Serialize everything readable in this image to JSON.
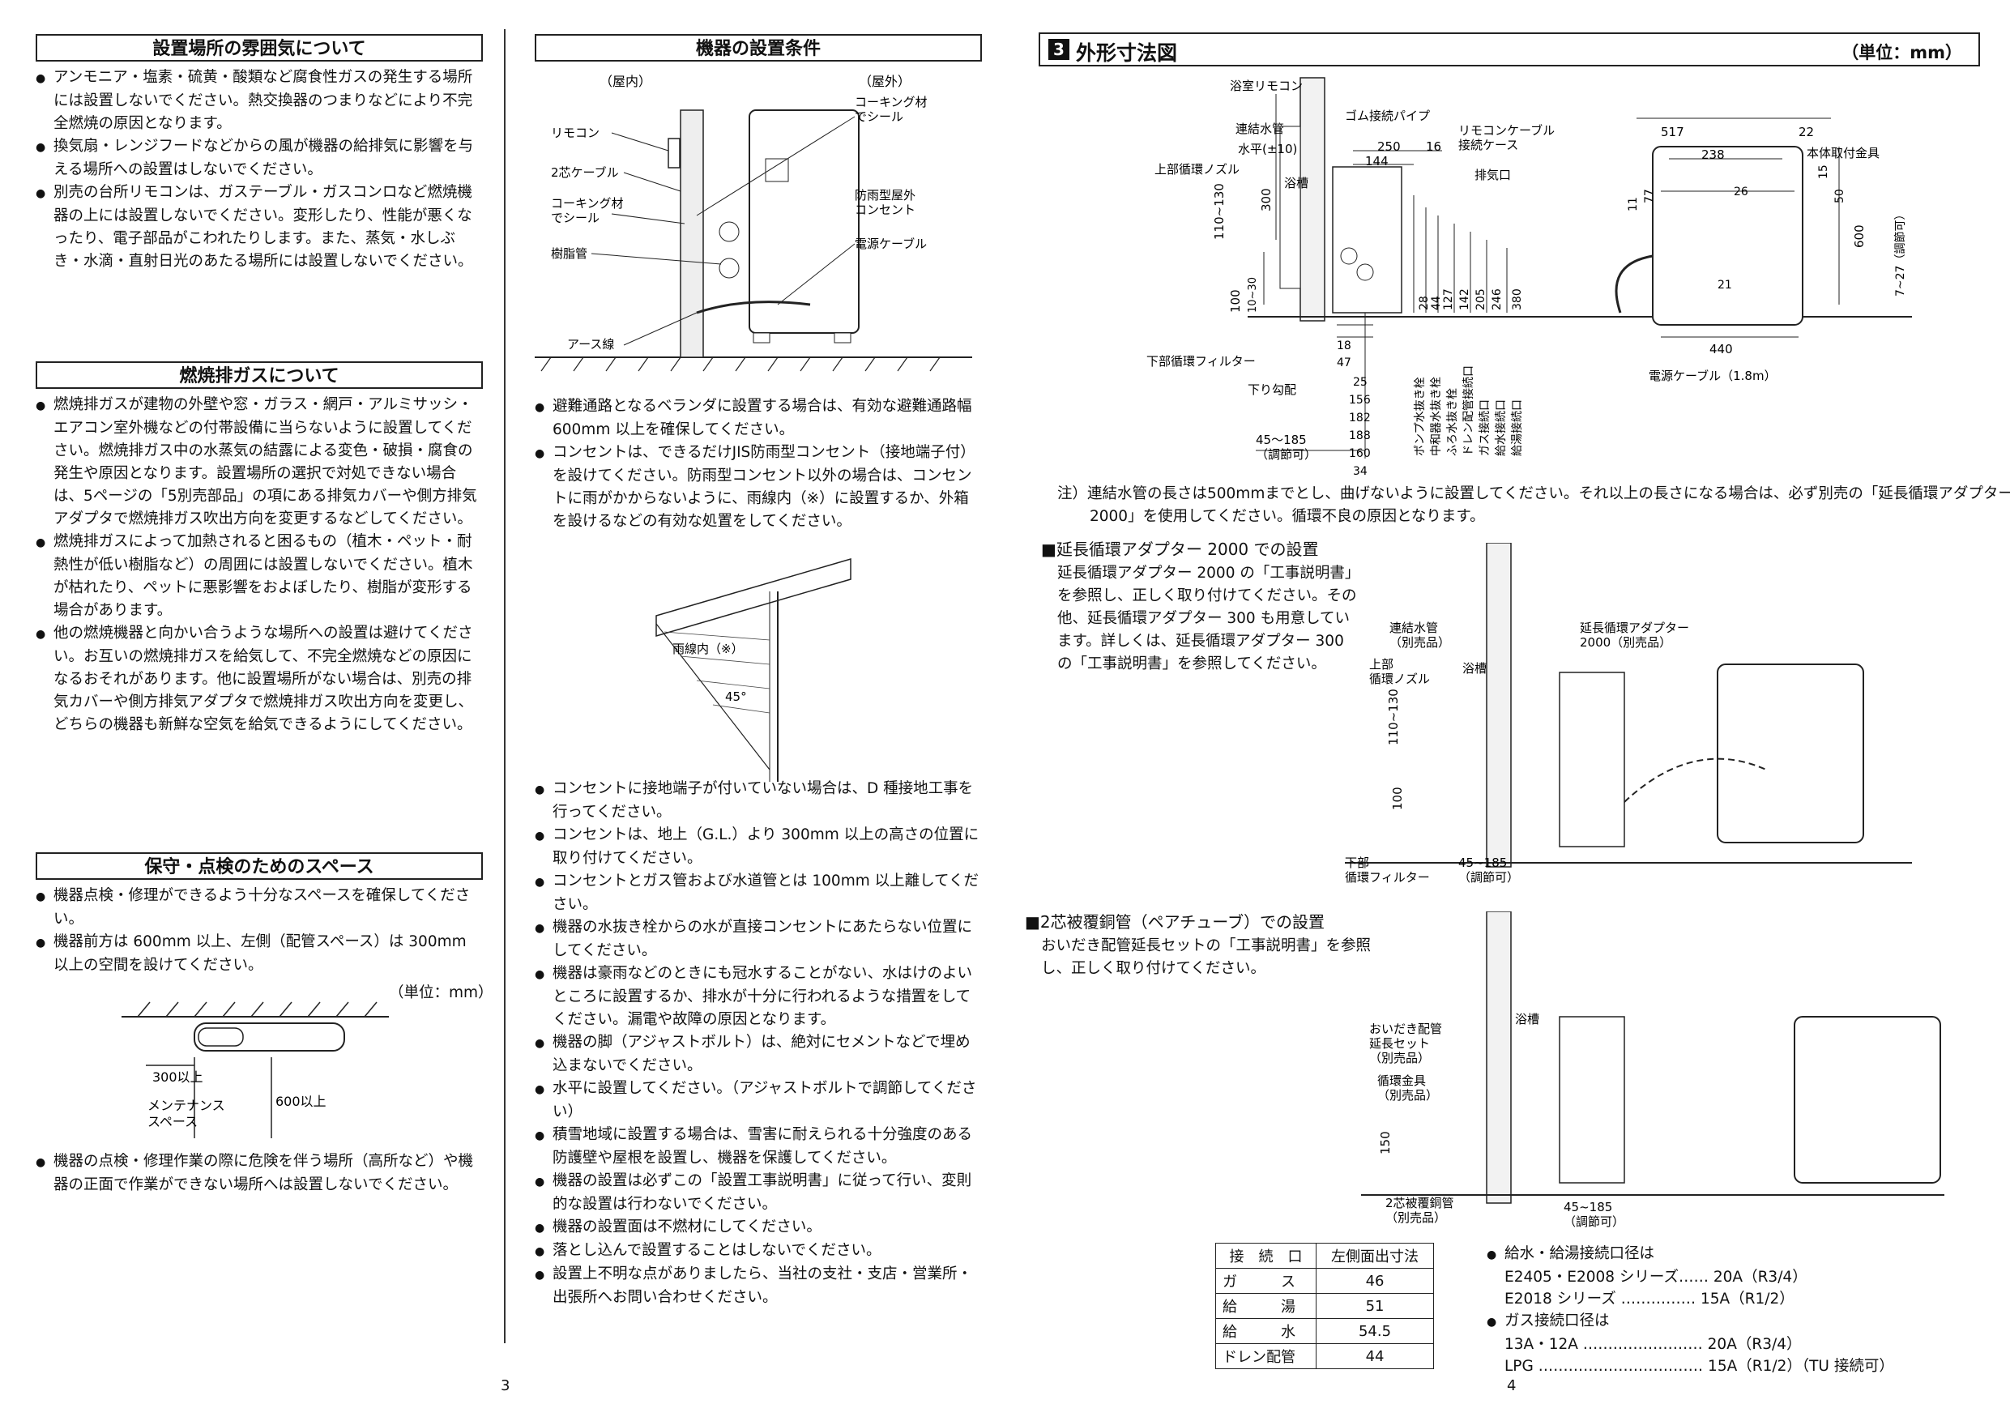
{
  "left": {
    "atmosphere": {
      "title": "設置場所の雰囲気について",
      "items": [
        "アンモニア・塩素・硫黄・酸類など腐食性ガスの発生する場所には設置しないでください。熱交換器のつまりなどにより不完全燃焼の原因となります。",
        "換気扇・レンジフードなどからの風が機器の給排気に影響を与える場所への設置はしないでください。",
        "別売の台所リモコンは、ガステーブル・ガスコンロなど燃焼機器の上には設置しないでください。変形したり、性能が悪くなったり、電子部品がこわれたりします。また、蒸気・水しぶき・水滴・直射日光のあたる場所には設置しないでください。"
      ]
    },
    "exhaust": {
      "title": "燃焼排ガスについて",
      "items": [
        "燃焼排ガスが建物の外壁や窓・ガラス・網戸・アルミサッシ・エアコン室外機などの付帯設備に当らないように設置してください。燃焼排ガス中の水蒸気の結露による変色・破損・腐食の発生や原因となります。設置場所の選択で対処できない場合は、5ページの「5別売部品」の項にある排気カバーや側方排気アダプタで燃焼排ガス吹出方向を変更するなどしてください。",
        "燃焼排ガスによって加熱されると困るもの（植木・ペット・耐熱性が低い樹脂など）の周囲には設置しないでください。植木が枯れたり、ペットに悪影響をおよぼしたり、樹脂が変形する場合があります。",
        "他の燃焼機器と向かい合うような場所への設置は避けてください。お互いの燃焼排ガスを給気して、不完全燃焼などの原因になるおそれがあります。他に設置場所がない場合は、別売の排気カバーや側方排気アダプタで燃焼排ガス吹出方向を変更し、どちらの機器も新鮮な空気を給気できるようにしてください。"
      ]
    },
    "space": {
      "title": "保守・点検のためのスペース",
      "items": [
        "機器点検・修理ができるよう十分なスペースを確保してください。",
        "機器前方は 600mm 以上、左側（配管スペース）は 300mm 以上の空間を設けてください。"
      ],
      "unit": "（単位：mm）",
      "label_300": "300以上",
      "label_600": "600以上",
      "label_maint1": "メンテナンス",
      "label_maint2": "スペース",
      "last_item": "機器の点検・修理作業の際に危険を伴う場所（高所など）や機器の正面で作業ができない場所へは設置しないでください。"
    },
    "page_no": "3"
  },
  "middle": {
    "title": "機器の設置条件",
    "diagram": {
      "indoor": "（屋内）",
      "outdoor": "（屋外）",
      "remocon": "リモコン",
      "cable2": "2芯ケーブル",
      "caulk1a": "コーキング材",
      "caulk1b": "でシール",
      "caulk2a": "コーキング材",
      "caulk2b": "でシール",
      "resin": "樹脂管",
      "outlet1": "防雨型屋外",
      "outlet2": "コンセント",
      "power": "電源ケーブル",
      "earth": "アース線",
      "rain": "雨線内（※）",
      "deg": "45°"
    },
    "items_a": [
      "避難通路となるベランダに設置する場合は、有効な避難通路幅 600mm 以上を確保してください。",
      "コンセントは、できるだけJIS防雨型コンセント（接地端子付）を設けてください。防雨型コンセント以外の場合は、コンセントに雨がかからないように、雨線内（※）に設置するか、外箱を設けるなどの有効な処置をしてください。"
    ],
    "items_b": [
      "コンセントに接地端子が付いていない場合は、D 種接地工事を行ってください。",
      "コンセントは、地上（G.L.）より 300mm 以上の高さの位置に取り付けてください。",
      "コンセントとガス管および水道管とは 100mm 以上離してください。",
      "機器の水抜き栓からの水が直接コンセントにあたらない位置にしてください。",
      "機器は豪雨などのときにも冠水することがない、水はけのよいところに設置するか、排水が十分に行われるような措置をしてください。漏電や故障の原因となります。",
      "機器の脚（アジャストボルト）は、絶対にセメントなどで埋め込まないでください。",
      "水平に設置してください。（アジャストボルトで調節してください）",
      "積雪地域に設置する場合は、雪害に耐えられる十分強度のある防護壁や屋根を設置し、機器を保護してください。",
      "機器の設置は必ずこの「設置工事説明書」に従って行い、変則的な設置は行わないでください。",
      "機器の設置面は不燃材にしてください。",
      "落とし込んで設置することはしないでください。",
      "設置上不明な点がありましたら、当社の支社・支店・営業所・出張所へお問い合わせください。"
    ]
  },
  "right": {
    "num": "3",
    "title": "外形寸法図",
    "unit": "（単位：mm）",
    "dims": {
      "bath_remocon": "浴室リモコン",
      "connect_pipe": "連結水管",
      "horizontal": "水平(±10)",
      "upper_nozzle": "上部循環ノズル",
      "rubber": "ゴム接続パイプ",
      "remocon_case1": "リモコンケーブル",
      "remocon_case2": "接続ケース",
      "exhaust": "排気口",
      "tub": "浴槽",
      "lower_filter": "下部循環フィルター",
      "slope": "下り勾配",
      "adj": "45～185",
      "adj2": "（調節可）",
      "d300": "300",
      "d110": "110~130",
      "d100": "100",
      "d1030": "10~30",
      "d250": "250",
      "d16": "16",
      "d144": "144",
      "d517": "517",
      "d22": "22",
      "d238": "238",
      "d26": "26",
      "d11": "11",
      "d77": "77",
      "d15": "15",
      "d50": "50",
      "d600": "600",
      "d21": "21",
      "d727": "7~27（調節可）",
      "d440": "440",
      "power_cable": "電源ケーブル（1.8m）",
      "body_fix": "本体取付金具",
      "v28": "28",
      "v44": "44",
      "v127": "127",
      "v142": "142",
      "v205": "205",
      "v246": "246",
      "v380": "380",
      "h18": "18",
      "h47": "47",
      "h25": "25",
      "h156": "156",
      "h182": "182",
      "h188": "188",
      "h160": "160",
      "h34": "34",
      "p1": "ポンプ水抜き栓",
      "p2": "中和器水抜き栓",
      "p3": "ふろ水抜き栓",
      "p4": "ドレン配管接続口",
      "p5": "ガス接続口",
      "p6": "給水接続口",
      "p7": "給湯接続口"
    },
    "note": "注）連結水管の長さは500mmまでとし、曲げないように設置してください。それ以上の長さになる場合は、必ず別売の「延長循環アダプター 2000」を使用してください。循環不良の原因となります。",
    "ext": {
      "heading": "■延長循環アダプター 2000 での設置",
      "body": "延長循環アダプター 2000 の「工事説明書」を参照し、正しく取り付けてください。その他、延長循環アダプター 300 も用意しています。詳しくは、延長循環アダプター 300 の「工事説明書」を参照してください。",
      "l_connect1": "連結水管",
      "l_connect2": "（別売品）",
      "l_upper1": "上部",
      "l_upper2": "循環ノズル",
      "l_tub": "浴槽",
      "l_adapter1": "延長循環アダプター",
      "l_adapter2": "2000（別売品）",
      "l_110": "110~130",
      "l_100": "100",
      "l_lower1": "下部",
      "l_lower2": "循環フィルター",
      "l_adj": "45~185",
      "l_adj2": "（調節可）"
    },
    "pair": {
      "heading": "■2芯被覆銅管（ペアチューブ）での設置",
      "body": "おいだき配管延長セットの「工事説明書」を参照し、正しく取り付けてください。",
      "l_tub": "浴槽",
      "l_set1": "おいだき配管",
      "l_set2": "延長セット",
      "l_set3": "（別売品）",
      "l_metal1": "循環金具",
      "l_metal2": "（別売品）",
      "l_150": "150",
      "l_pipe1": "2芯被覆銅管",
      "l_pipe2": "（別売品）",
      "l_adj": "45~185",
      "l_adj2": "（調節可）"
    },
    "table": {
      "headers": [
        "接　続　口",
        "左側面出寸法"
      ],
      "rows": [
        [
          "ガ　　　ス",
          "46"
        ],
        [
          "給　　　湯",
          "51"
        ],
        [
          "給　　　水",
          "54.5"
        ],
        [
          "ドレン配管",
          "44"
        ]
      ]
    },
    "specs": {
      "water_title": "給水・給湯接続口径は",
      "water1": "E2405・E2008 シリーズ…… 20A（R3/4）",
      "water2": "E2018 シリーズ …………… 15A（R1/2）",
      "gas_title": "ガス接続口径は",
      "gas1": "13A・12A ……………………  20A（R3/4）",
      "gas2": "LPG …………………………… 15A（R1/2）（TU 接続可）"
    },
    "page_no": "4"
  }
}
